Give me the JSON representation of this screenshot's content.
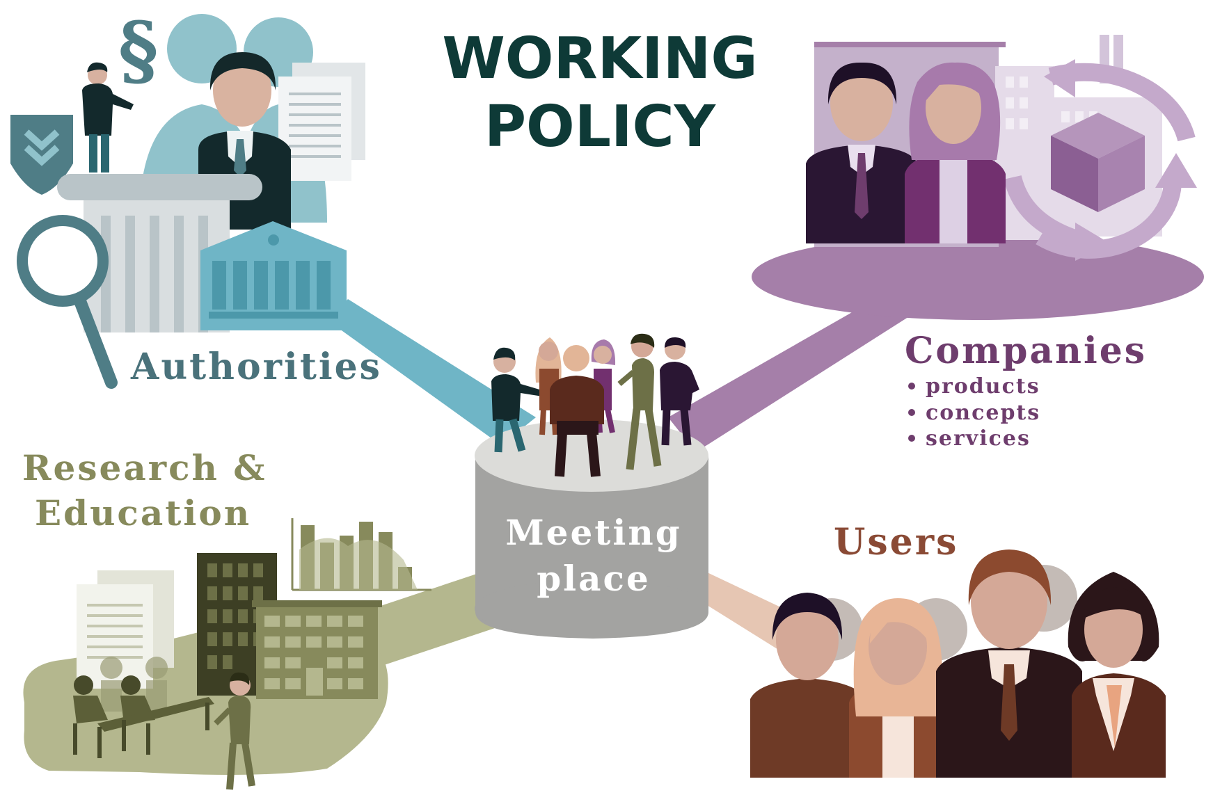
{
  "title": {
    "line1": "WORKING",
    "line2": "POLICY"
  },
  "center": {
    "line1": "Meeting",
    "line2": "place"
  },
  "stakeholders": {
    "authorities": {
      "label": "Authorities",
      "color": "#4a727b"
    },
    "companies": {
      "label": "Companies",
      "color": "#6e3d6d",
      "items": [
        "products",
        "concepts",
        "services"
      ]
    },
    "research": {
      "line1": "Research &",
      "line2": "Education",
      "color": "#878a5c"
    },
    "users": {
      "label": "Users",
      "color": "#8a4a35"
    }
  },
  "icons": {
    "paragraph": "§"
  },
  "colors": {
    "title": "#0e3a37",
    "authorities_accent": "#6fb3c4",
    "companies_accent": "#a47ba8",
    "research_accent": "#b6b88e",
    "users_accent": "#e3c5b2",
    "cylinder": "#a3a3a1"
  }
}
